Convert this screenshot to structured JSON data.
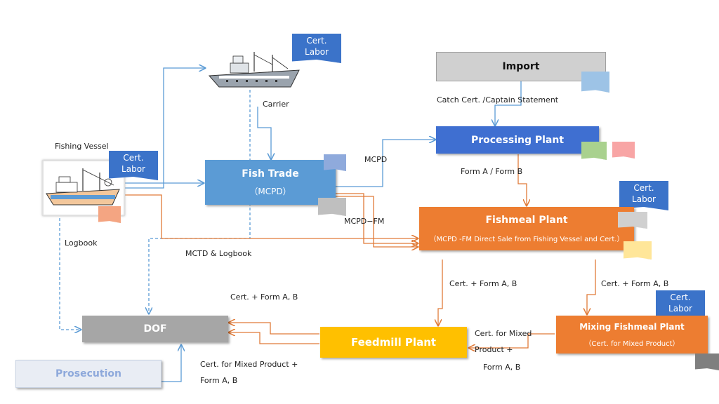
{
  "nodes": {
    "import": "Import",
    "processing": "Processing  Plant",
    "fish_trade": "Fish Trade",
    "fish_trade_sub": "（MCPD）",
    "fishmeal": "Fishmeal Plant",
    "fishmeal_sub": "（MCPD -FM Direct Sale from Fishing Vessel and Cert.）",
    "feedmill": "Feedmill Plant",
    "mixing": "Mixing  Fishmeal Plant",
    "mixing_sub": "（Cert. for Mixed Product）",
    "dof": "DOF",
    "prosecution": "Prosecution"
  },
  "tags": {
    "carrier_tag": "Cert.\nLabor",
    "vessel_tag": "Cert.\nLabor",
    "fishmeal_tag": "Cert.\nLabor",
    "mixing_tag": "Cert.\nLabor"
  },
  "labels": {
    "carrier": "Carrier",
    "fishing_vessel": "Fishing Vessel",
    "catch_cert": "Catch Cert. /Captain Statement",
    "mcpd": "MCPD",
    "form_ab_proc": "Form A / Form B",
    "mcpd_fm": "MCPD−FM",
    "logbook": "Logbook",
    "mctd_logbook": "MCTD & Logbook",
    "cert_form_ab_left": "Cert. + Form A, B",
    "cert_form_ab_mid": "Cert. + Form A, B",
    "cert_form_ab_right": "Cert. + Form A, B",
    "cert_mixed_1": "Cert. for Mixed",
    "cert_mixed_2": "Product +",
    "form_ab_mixed": "Form A, B",
    "cert_mixed_dof_1": "Cert. for Mixed Product +",
    "cert_mixed_dof_2": "Form A, B"
  },
  "colors": {
    "blue_arrow": "#5b9bd5",
    "orange_arrow": "#e07b39",
    "processing": "#3f6fd1",
    "fish_trade": "#5b9bd5",
    "fishmeal": "#ed7d31",
    "feedmill": "#ffc000",
    "dof": "#a6a6a6",
    "import": "#d0d0d0",
    "prosecution_text": "#8ea9db"
  }
}
